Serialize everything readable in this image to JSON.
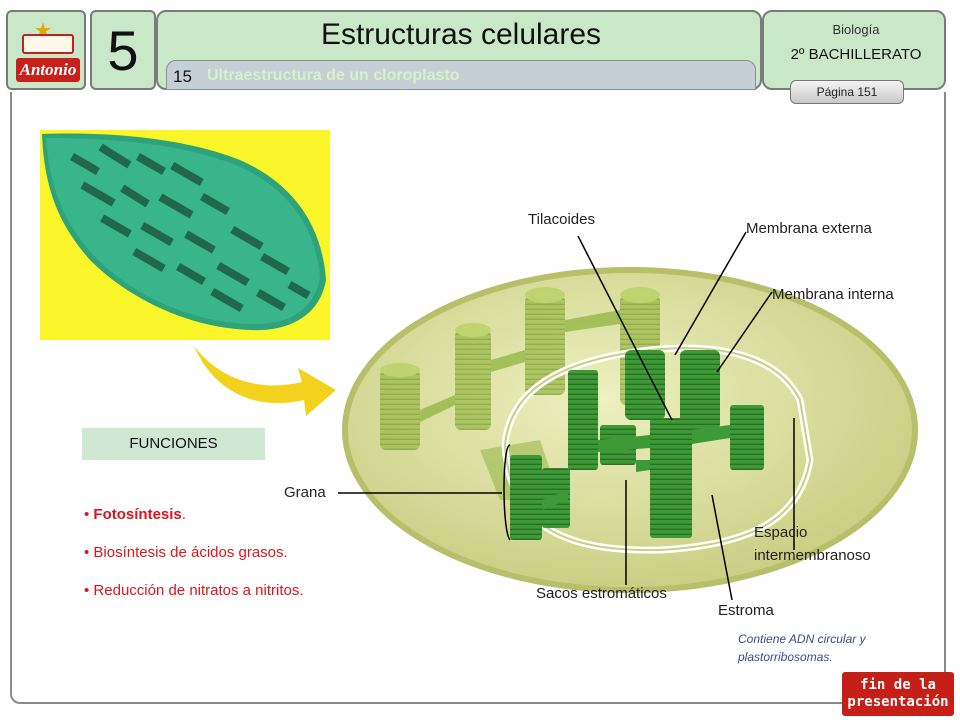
{
  "header": {
    "logo_label": "Antonio",
    "unit_number": "5",
    "title": "Estructuras celulares",
    "section_number": "15",
    "section_title": "Ultraestructura de un cloroplasto",
    "subject": "Biología",
    "level": "2º BACHILLERATO",
    "page_label": "Página 151"
  },
  "functions": {
    "header": "FUNCIONES",
    "items": [
      {
        "bullet": "• ",
        "bold": "Fotosíntesis",
        "rest": "."
      },
      {
        "bullet": "• ",
        "bold": "",
        "rest": "Biosíntesis de ácidos grasos."
      },
      {
        "bullet": "• ",
        "bold": "",
        "rest": "Reducción de nitratos a nitritos."
      }
    ]
  },
  "diagram_labels": {
    "tilacoides": "Tilacoides",
    "membrana_externa": "Membrana externa",
    "membrana_interna": "Membrana interna",
    "grana": "Grana",
    "espacio_1": "Espacio",
    "espacio_2": "intermembranoso",
    "sacos": "Sacos estromáticos",
    "estroma": "Estroma"
  },
  "note": {
    "line1": "Contiene ADN circular y",
    "line2": "plastorribosomas."
  },
  "end_button": {
    "line1": "fin de la",
    "line2": "presentación"
  },
  "colors": {
    "header_green": "#c9e8c8",
    "chloroplast_fill": "#d8dc9a",
    "grana_green": "#3e9a36",
    "function_red": "#d7161e",
    "note_blue": "#3a4a8e"
  }
}
